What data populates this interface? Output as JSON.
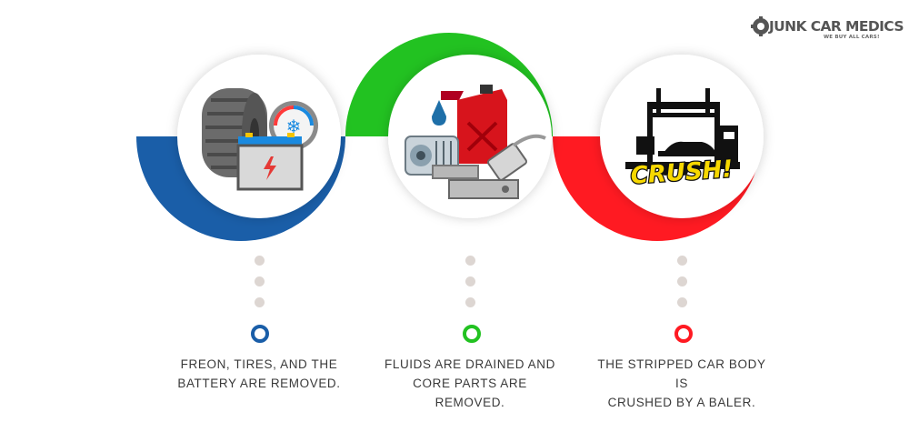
{
  "logo": {
    "title": "JUNK CAR MEDICS",
    "tagline": "WE BUY ALL CARS!"
  },
  "colors": {
    "blue": "#1a5ea8",
    "green": "#22c221",
    "red": "#ff1a22",
    "dot": "#ddd6d2"
  },
  "steps": [
    {
      "text_line1": "FREON, TIRES, AND THE",
      "text_line2": "BATTERY ARE REMOVED.",
      "text_line3": "",
      "icon": "tire-battery-icon"
    },
    {
      "text_line1": "FLUIDS ARE DRAINED AND",
      "text_line2": "CORE PARTS ARE",
      "text_line3": "REMOVED.",
      "icon": "fuel-can-parts-icon"
    },
    {
      "text_line1": "THE STRIPPED CAR BODY IS",
      "text_line2": "CRUSHED BY A BALER.",
      "text_line3": "",
      "icon": "car-crusher-icon"
    }
  ],
  "crush_label": "CRUSH!"
}
